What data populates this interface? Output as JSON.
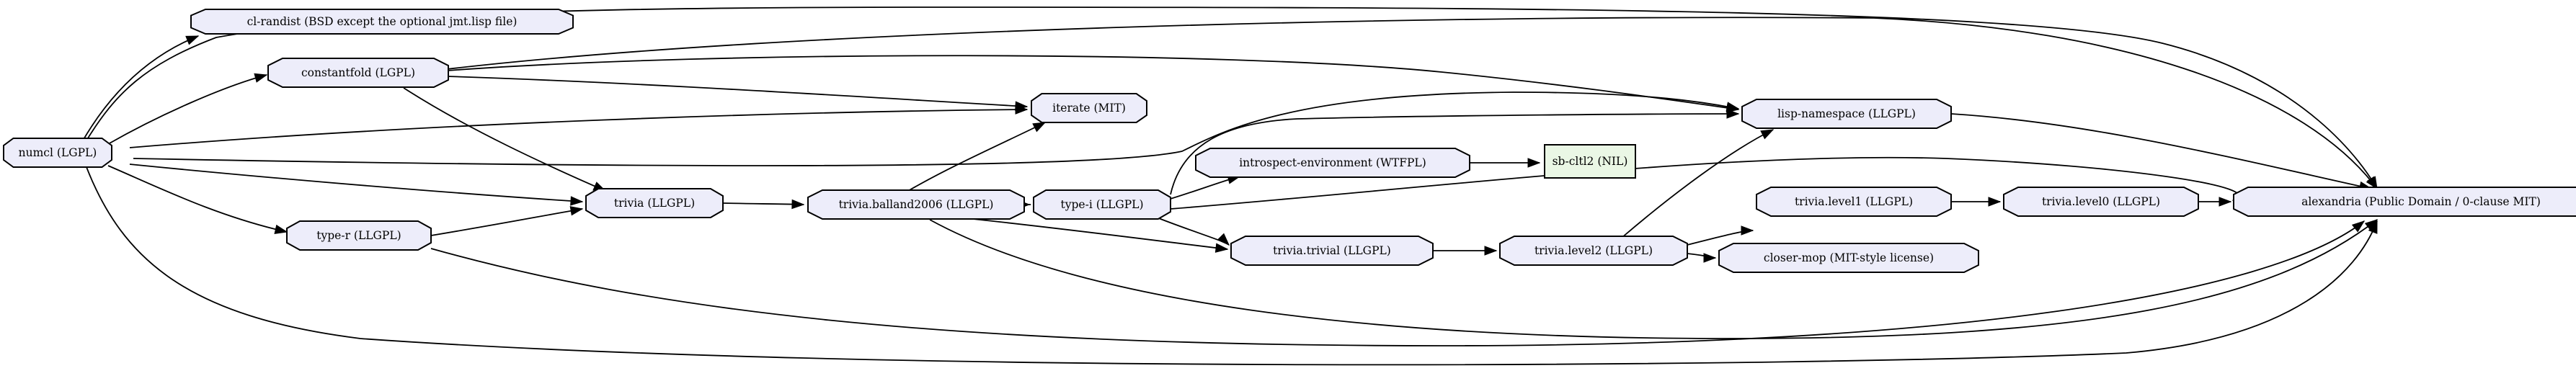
{
  "graph": {
    "colors": {
      "node_fill": "#ededfa",
      "leaf_fill": "#eaf7e5",
      "stroke": "#000000"
    },
    "nodes": [
      {
        "id": "numcl",
        "label": "numcl (LGPL)"
      },
      {
        "id": "cl-randist",
        "label": "cl-randist (BSD except the optional jmt.lisp file)"
      },
      {
        "id": "constantfold",
        "label": "constantfold (LGPL)"
      },
      {
        "id": "iterate",
        "label": "iterate (MIT)"
      },
      {
        "id": "lisp-namespace",
        "label": "lisp-namespace (LLGPL)"
      },
      {
        "id": "trivia",
        "label": "trivia (LLGPL)"
      },
      {
        "id": "trivia.balland2006",
        "label": "trivia.balland2006 (LLGPL)"
      },
      {
        "id": "type-i",
        "label": "type-i (LLGPL)"
      },
      {
        "id": "introspect-environment",
        "label": "introspect-environment (WTFPL)"
      },
      {
        "id": "sb-cltl2",
        "label": "sb-cltl2 (NIL)"
      },
      {
        "id": "trivia.trivial",
        "label": "trivia.trivial (LLGPL)"
      },
      {
        "id": "trivia.level2",
        "label": "trivia.level2 (LLGPL)"
      },
      {
        "id": "trivia.level1",
        "label": "trivia.level1 (LLGPL)"
      },
      {
        "id": "trivia.level0",
        "label": "trivia.level0 (LLGPL)"
      },
      {
        "id": "closer-mop",
        "label": "closer-mop (MIT-style license)"
      },
      {
        "id": "type-r",
        "label": "type-r (LLGPL)"
      },
      {
        "id": "alexandria",
        "label": "alexandria (Public Domain / 0-clause MIT)"
      }
    ],
    "edges": [
      {
        "from": "numcl",
        "to": "cl-randist"
      },
      {
        "from": "numcl",
        "to": "constantfold"
      },
      {
        "from": "numcl",
        "to": "iterate"
      },
      {
        "from": "numcl",
        "to": "lisp-namespace"
      },
      {
        "from": "numcl",
        "to": "trivia"
      },
      {
        "from": "numcl",
        "to": "alexandria"
      },
      {
        "from": "numcl",
        "to": "type-r"
      },
      {
        "from": "numcl",
        "to": "alexandria"
      },
      {
        "from": "constantfold",
        "to": "iterate"
      },
      {
        "from": "constantfold",
        "to": "lisp-namespace"
      },
      {
        "from": "constantfold",
        "to": "trivia"
      },
      {
        "from": "constantfold",
        "to": "alexandria"
      },
      {
        "from": "trivia",
        "to": "trivia.balland2006"
      },
      {
        "from": "trivia.balland2006",
        "to": "iterate"
      },
      {
        "from": "trivia.balland2006",
        "to": "type-i"
      },
      {
        "from": "trivia.balland2006",
        "to": "trivia.trivial"
      },
      {
        "from": "trivia.balland2006",
        "to": "alexandria"
      },
      {
        "from": "type-i",
        "to": "introspect-environment"
      },
      {
        "from": "type-i",
        "to": "lisp-namespace"
      },
      {
        "from": "type-i",
        "to": "trivia.trivial"
      },
      {
        "from": "type-i",
        "to": "alexandria"
      },
      {
        "from": "introspect-environment",
        "to": "sb-cltl2"
      },
      {
        "from": "lisp-namespace",
        "to": "alexandria"
      },
      {
        "from": "trivia.trivial",
        "to": "trivia.level2"
      },
      {
        "from": "trivia.level2",
        "to": "trivia.level1"
      },
      {
        "from": "trivia.level2",
        "to": "closer-mop"
      },
      {
        "from": "trivia.level2",
        "to": "lisp-namespace"
      },
      {
        "from": "trivia.level1",
        "to": "trivia.level0"
      },
      {
        "from": "trivia.level0",
        "to": "alexandria"
      },
      {
        "from": "type-r",
        "to": "trivia"
      },
      {
        "from": "type-r",
        "to": "alexandria"
      }
    ]
  }
}
